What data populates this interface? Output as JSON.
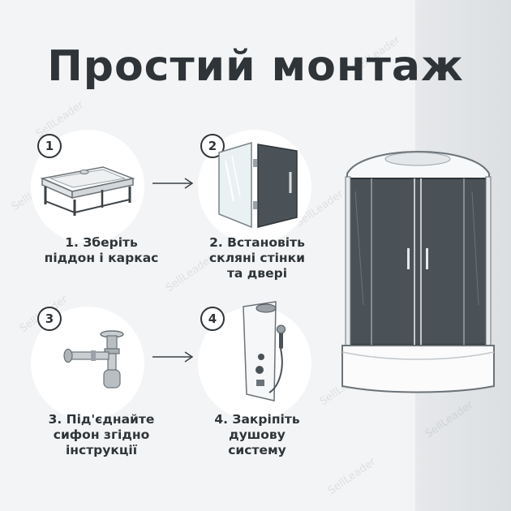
{
  "title": "Простий монтаж",
  "watermark": "SellLeader",
  "steps": [
    {
      "number": "1",
      "caption": "1. Зберіть\nпіддон і каркас",
      "icon": "shower-tray-frame-icon"
    },
    {
      "number": "2",
      "caption": "2. Встановіть\nскляні стінки\nта двері",
      "icon": "glass-panel-door-icon"
    },
    {
      "number": "3",
      "caption": "3. Під'єднайте\nсифон згідно\nінструкції",
      "icon": "siphon-pipe-icon"
    },
    {
      "number": "4",
      "caption": "4. Закріпіть\nдушову\nсистему",
      "icon": "shower-panel-icon"
    }
  ],
  "product_icon": "shower-cabin-icon",
  "colors": {
    "text": "#2e3438",
    "glass": "#4a5258",
    "background": "#f3f4f5"
  }
}
